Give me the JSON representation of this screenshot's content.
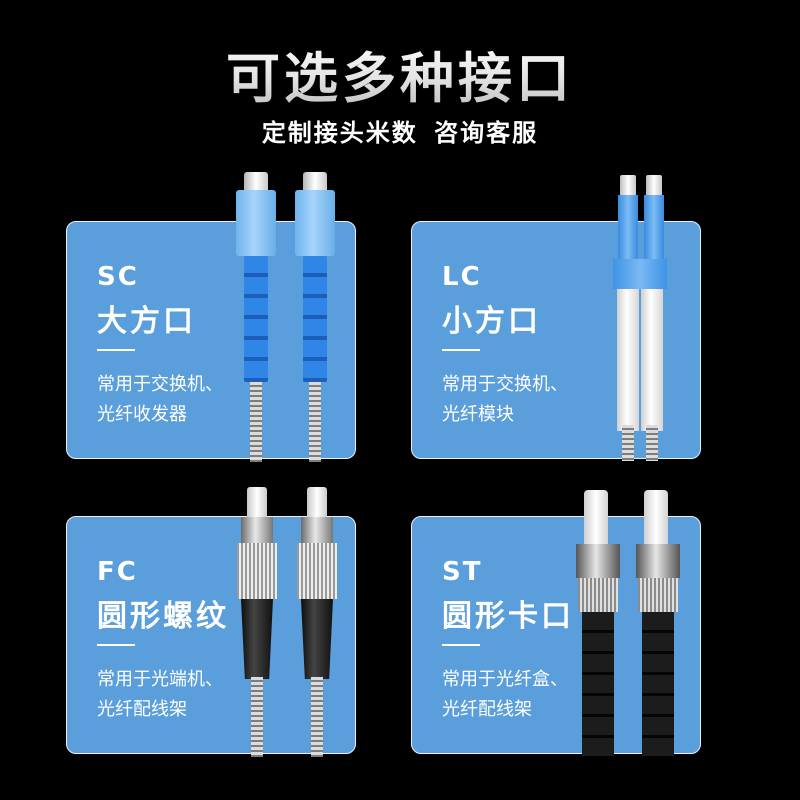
{
  "header": {
    "title": "可选多种接口",
    "subtitle": "定制接头米数 咨询客服"
  },
  "colors": {
    "background": "#000000",
    "card": "#5a9fdc",
    "text": "#ffffff"
  },
  "cards": [
    {
      "code": "SC",
      "name": "大方口",
      "desc_line1": "常用于交换机、",
      "desc_line2": "光纤收发器",
      "connector_icon": "sc-connector-icon"
    },
    {
      "code": "LC",
      "name": "小方口",
      "desc_line1": "常用于交换机、",
      "desc_line2": "光纤模块",
      "connector_icon": "lc-connector-icon"
    },
    {
      "code": "FC",
      "name": "圆形螺纹",
      "desc_line1": "常用于光端机、",
      "desc_line2": "光纤配线架",
      "connector_icon": "fc-connector-icon"
    },
    {
      "code": "ST",
      "name": "圆形卡口",
      "desc_line1": "常用于光纤盒、",
      "desc_line2": "光纤配线架",
      "connector_icon": "st-connector-icon"
    }
  ]
}
